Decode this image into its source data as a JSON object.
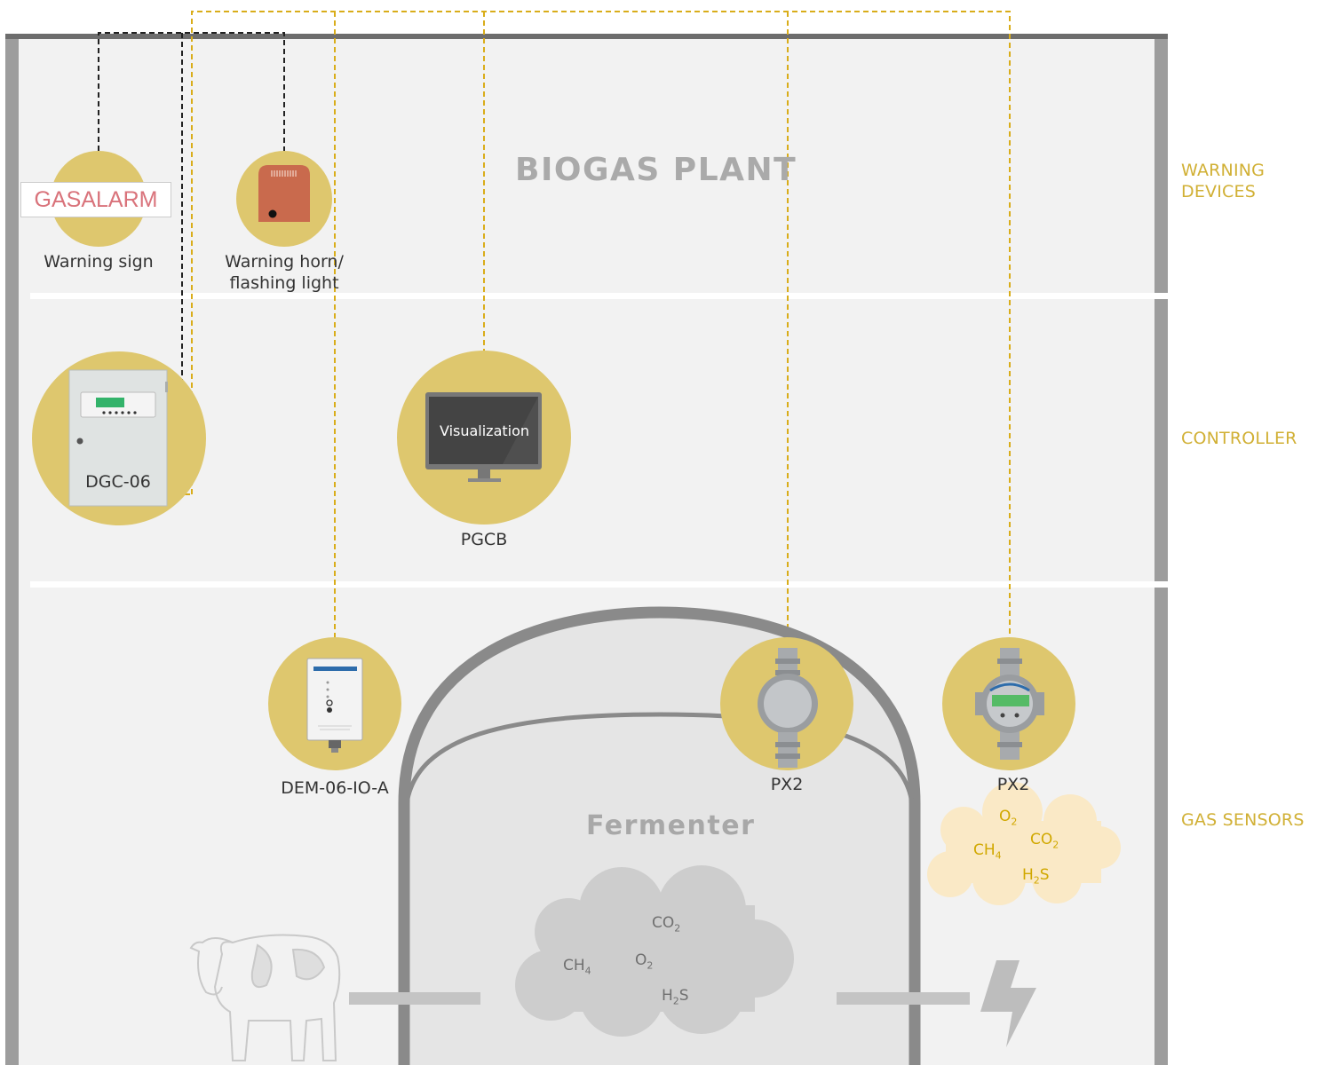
{
  "title": "BIOGAS PLANT",
  "zones": {
    "warning_devices": [
      "WARNING",
      "DEVICES"
    ],
    "controller": "CONTROLLER",
    "gas_sensors": "GAS SENSORS"
  },
  "devices": {
    "warning_sign": {
      "label": "Warning sign",
      "sign_text": "GASALARM"
    },
    "warning_horn": {
      "label_line1": "Warning horn/",
      "label_line2": "flashing light"
    },
    "dgc": {
      "label": "DGC-06"
    },
    "pgcb": {
      "label": "PGCB",
      "screen_text": "Visualization"
    },
    "dem": {
      "label": "DEM-06-IO-A"
    },
    "px2_left": {
      "label": "PX2"
    },
    "px2_right": {
      "label": "PX2"
    }
  },
  "fermenter": {
    "label": "Fermenter",
    "gases": [
      {
        "base": "CO",
        "sub": "2"
      },
      {
        "base": "CH",
        "sub": "4"
      },
      {
        "base": "O",
        "sub": "2"
      },
      {
        "base": "H",
        "sub": "2",
        "tail": "S"
      }
    ]
  },
  "leak_cloud": {
    "gases": [
      {
        "base": "O",
        "sub": "2"
      },
      {
        "base": "CH",
        "sub": "4"
      },
      {
        "base": "CO",
        "sub": "2"
      },
      {
        "base": "H",
        "sub": "2",
        "tail": "S"
      }
    ]
  },
  "colors": {
    "background": "#f2f2f2",
    "wall": "#9d9d9d",
    "accent_gold": "#dec76e",
    "label_gold": "#d1b035",
    "wire_gold": "#d9ad1a",
    "wire_black": "#222222",
    "fermenter": "#e5e5e5",
    "fermenter_wall": "#8a8a8a"
  }
}
